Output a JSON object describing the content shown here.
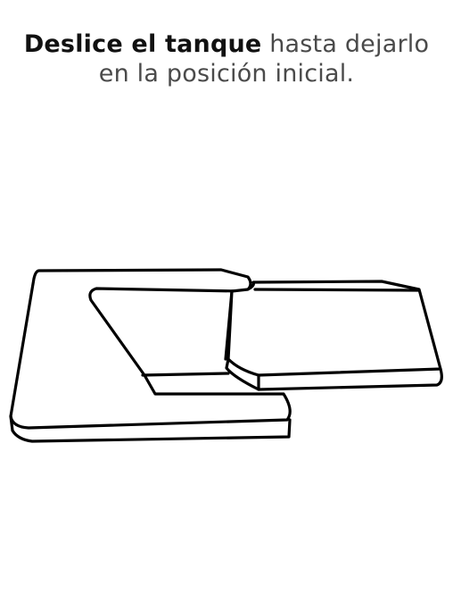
{
  "instruction": {
    "bold_text": "Deslice el tanque",
    "light_text_line1": " hasta dejarlo",
    "light_text_line2": "en la posición inicial."
  },
  "colors": {
    "stroke": "#000000",
    "background": "#ffffff"
  }
}
